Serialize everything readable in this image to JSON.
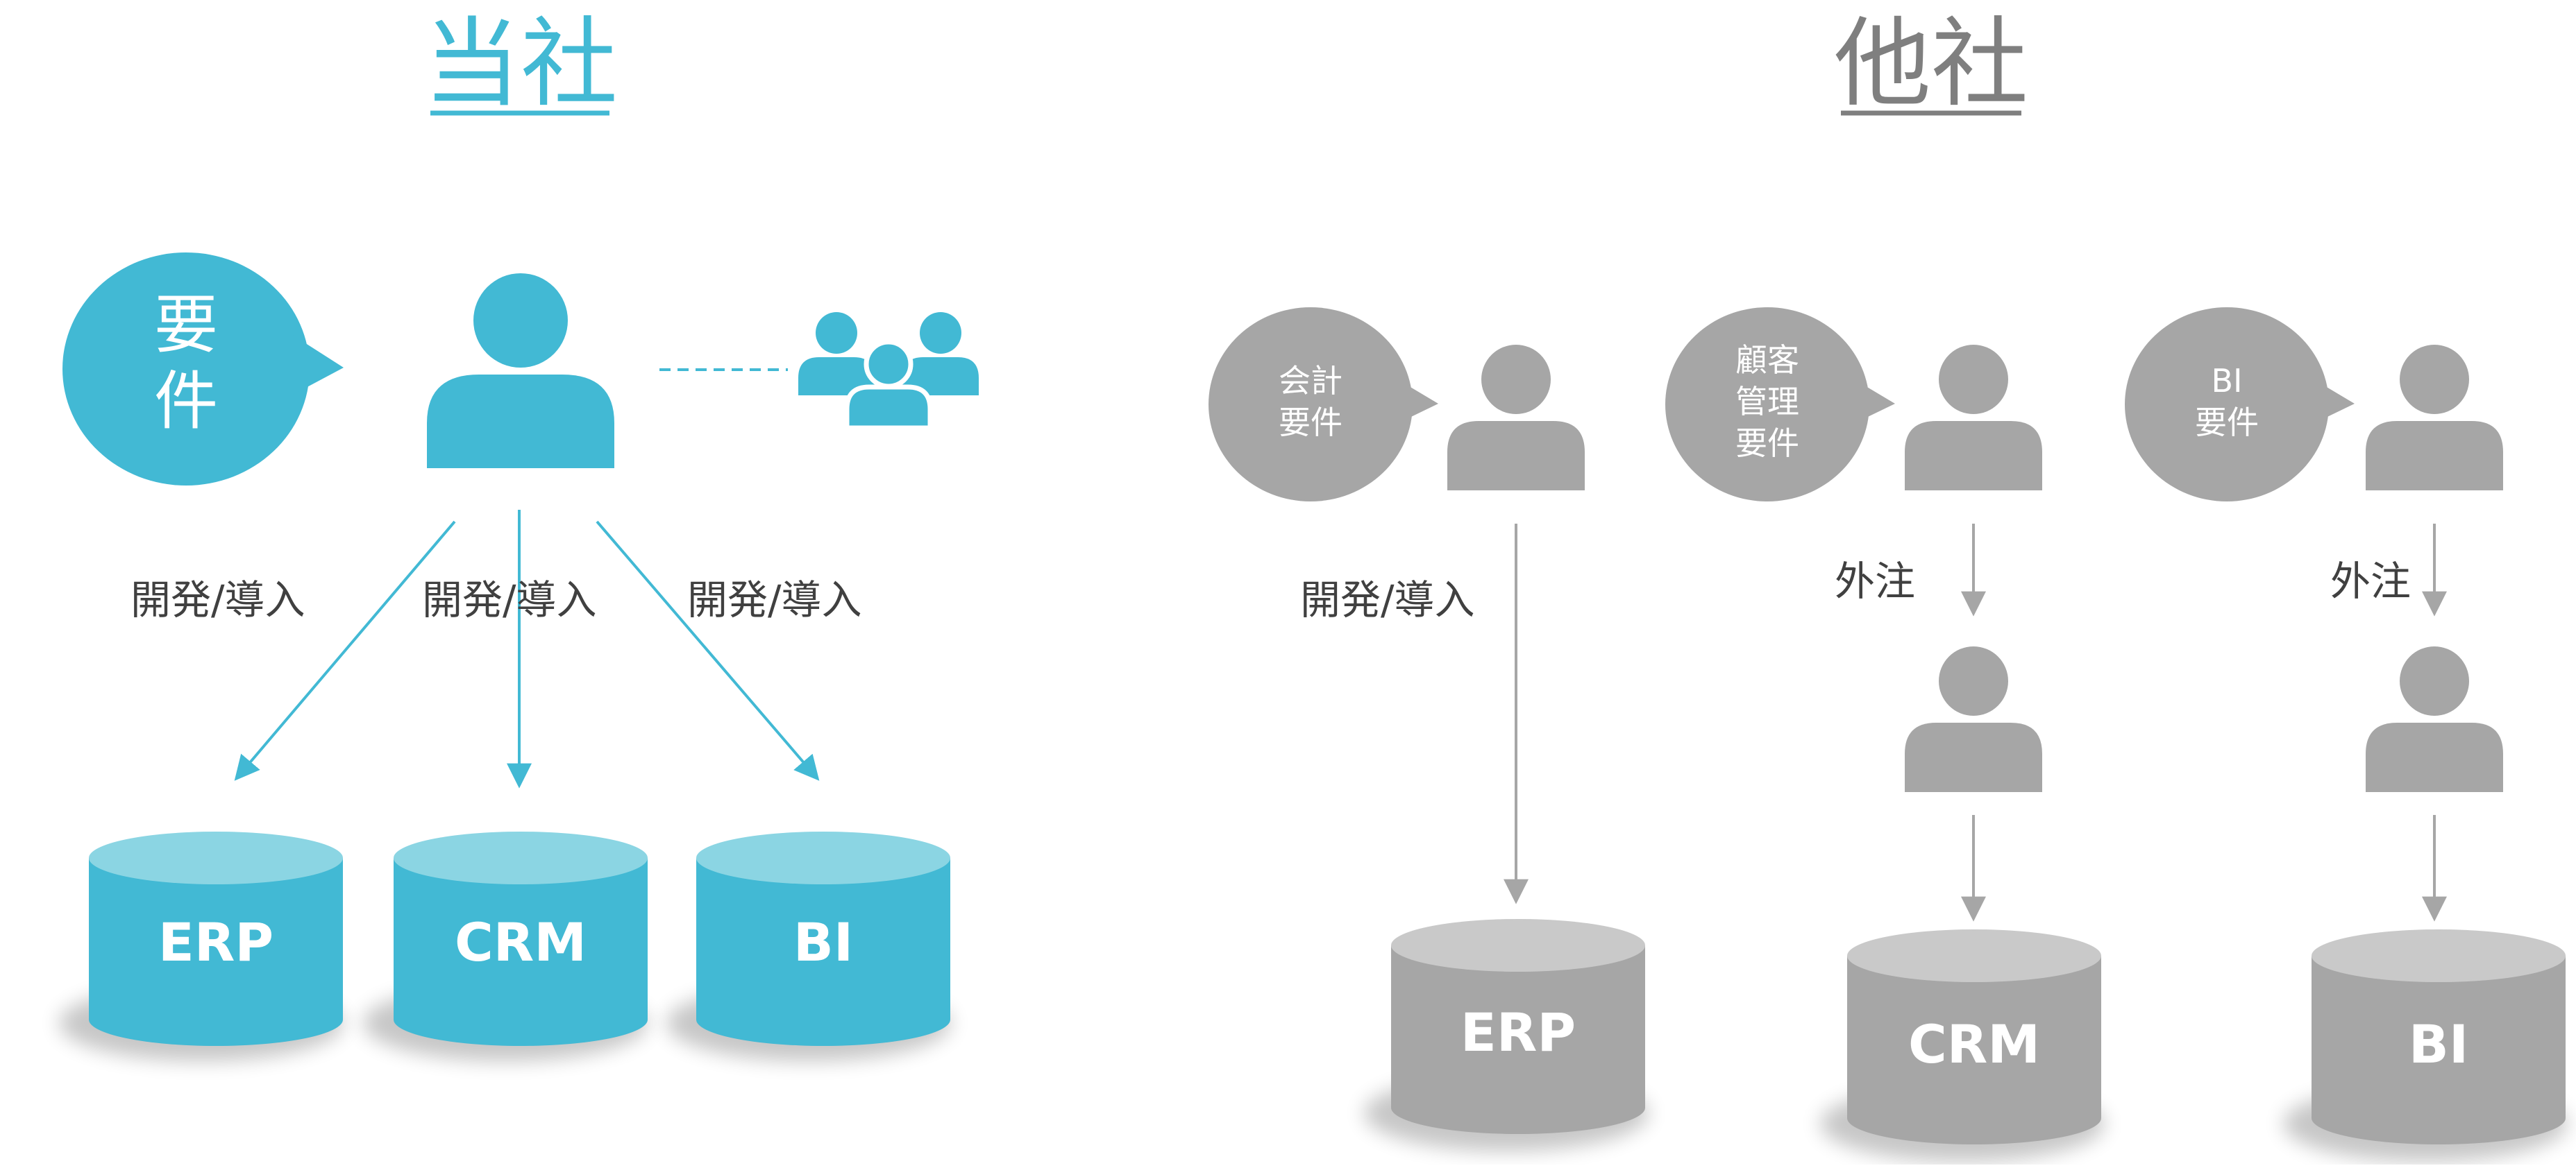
{
  "colors": {
    "teal": "#42B9D4",
    "teal_light": "#8BD5E3",
    "gray": "#A6A6A6",
    "gray_light": "#C9C9C9",
    "gray_text": "#7F7F7F",
    "label_text": "#404040",
    "white": "#FFFFFF"
  },
  "ours": {
    "title": "当社",
    "bubble": [
      "要",
      "件"
    ],
    "edge_labels": [
      "開発/導入",
      "開発/導入",
      "開発/導入"
    ],
    "systems": [
      "ERP",
      "CRM",
      "BI"
    ]
  },
  "others": {
    "title": "他社",
    "bubbles": [
      [
        "会計",
        "要件"
      ],
      [
        "顧客",
        "管理",
        "要件"
      ],
      [
        "BI",
        "要件"
      ]
    ],
    "edge_labels": [
      "開発/導入",
      "外注",
      "外注"
    ],
    "systems": [
      "ERP",
      "CRM",
      "BI"
    ]
  }
}
